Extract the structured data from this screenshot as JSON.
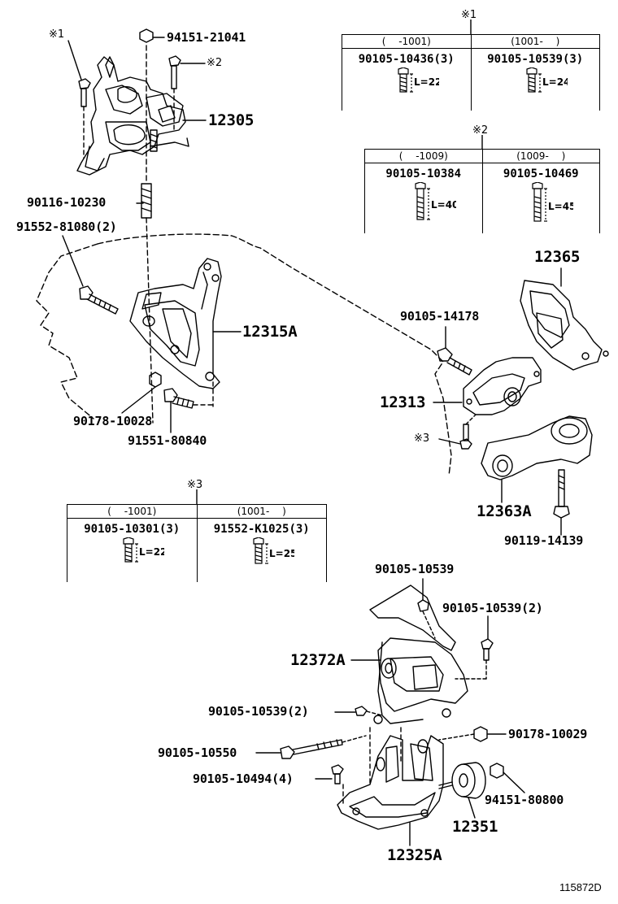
{
  "tables": [
    {
      "mark": "※1",
      "columns": [
        {
          "header": "(　 -1001)",
          "part": "90105-10436(3)",
          "length": "L=22"
        },
        {
          "header": "(1001- 　)",
          "part": "90105-10539(3)",
          "length": "L=24"
        }
      ]
    },
    {
      "mark": "※2",
      "columns": [
        {
          "header": "(　 -1009)",
          "part": "90105-10384",
          "length": "L=40"
        },
        {
          "header": "(1009- 　)",
          "part": "90105-10469",
          "length": "L=45"
        }
      ]
    },
    {
      "mark": "※3",
      "columns": [
        {
          "header": "(　 -1001)",
          "part": "90105-10301(3)",
          "length": "L=22"
        },
        {
          "header": "(1001- 　)",
          "part": "91552-K1025(3)",
          "length": "L=25"
        }
      ]
    }
  ],
  "callouts": {
    "mark_1": "※1",
    "p94151_21041": "94151-21041",
    "mark_2": "※2",
    "p12305": "12305",
    "p90116_10230": "90116-10230",
    "p91552_81080": "91552-81080(2)",
    "p12315A": "12315A",
    "p90178_10028": "90178-10028",
    "p91551_80840": "91551-80840",
    "p12365": "12365",
    "p90105_14178": "90105-14178",
    "p12313": "12313",
    "mark_3": "※3",
    "p12363A": "12363A",
    "p90119_14139": "90119-14139",
    "p90105_10539_top": "90105-10539",
    "p90105_10539_2r": "90105-10539(2)",
    "p12372A": "12372A",
    "p90105_10539_2l": "90105-10539(2)",
    "p90178_10029": "90178-10029",
    "p90105_10550": "90105-10550",
    "p90105_10494": "90105-10494(4)",
    "p94151_80800": "94151-80800",
    "p12351": "12351",
    "p12325A": "12325A"
  },
  "figure_number": "115872D"
}
